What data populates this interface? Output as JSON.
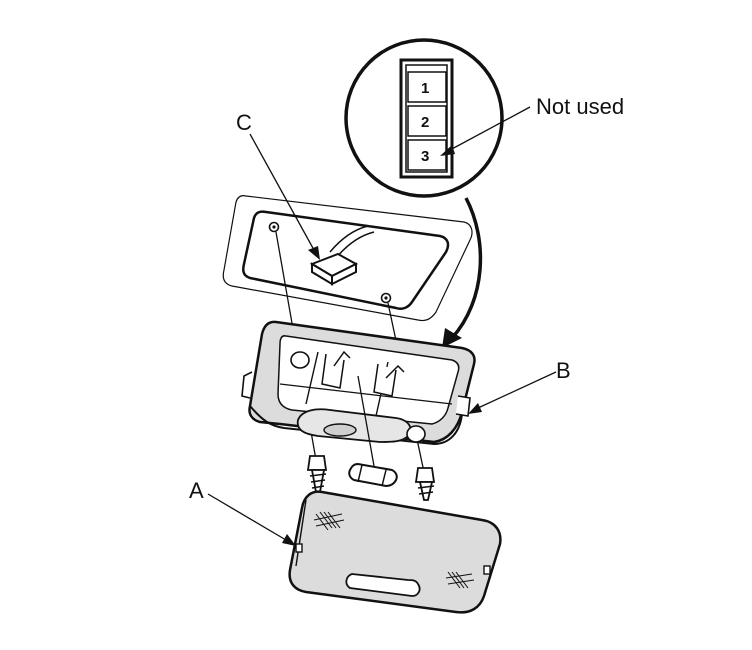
{
  "labels": {
    "a": "A",
    "b": "B",
    "c": "C",
    "not_used": "Not used"
  },
  "connector": {
    "pins": [
      "1",
      "2",
      "3"
    ]
  }
}
